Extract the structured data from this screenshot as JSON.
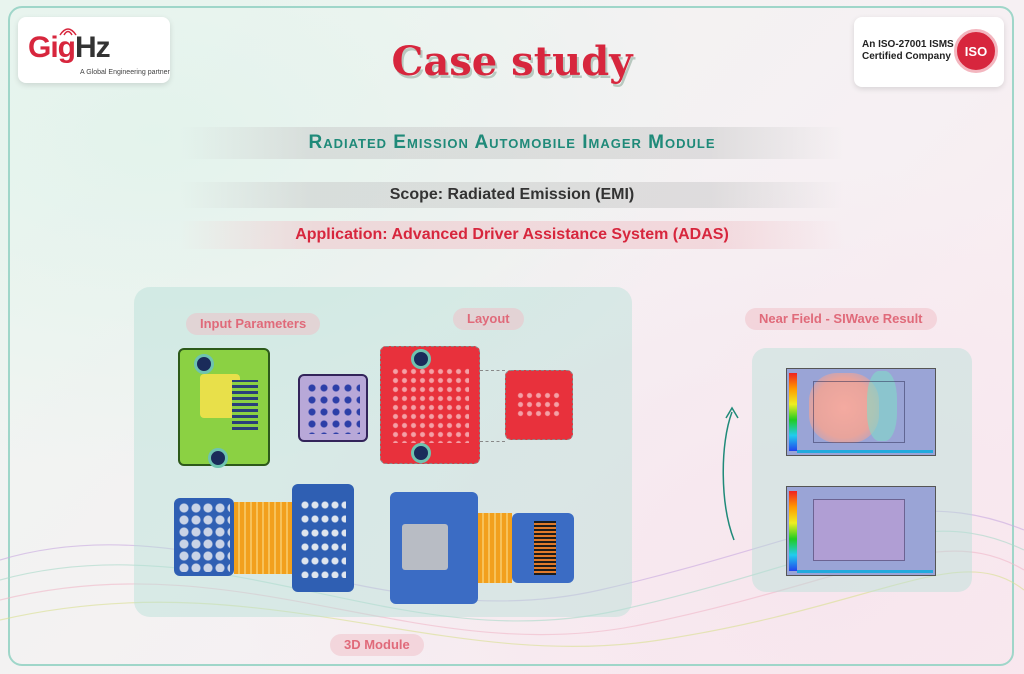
{
  "header": {
    "logo_brand_accent": "Gig",
    "logo_brand_rest": "Hz",
    "logo_tagline": "A Global Engineering partner",
    "iso_text": "An ISO-27001 ISMS Certified Company",
    "iso_seal": "ISO"
  },
  "title": "Case study",
  "subtitle": "Radiated Emission Automobile Imager Module",
  "scope": "Scope: Radiated Emission (EMI)",
  "application": "Application: Advanced Driver Assistance System (ADAS)",
  "sections": {
    "input_parameters": "Input Parameters",
    "layout": "Layout",
    "near_field": "Near Field - SIWave Result",
    "module_3d": "3D Module"
  },
  "colors": {
    "brand_red": "#d7263d",
    "teal": "#1f8a79"
  },
  "icons": [
    "logo-signal-icon",
    "iso-seal-icon",
    "curved-arrow-icon"
  ]
}
